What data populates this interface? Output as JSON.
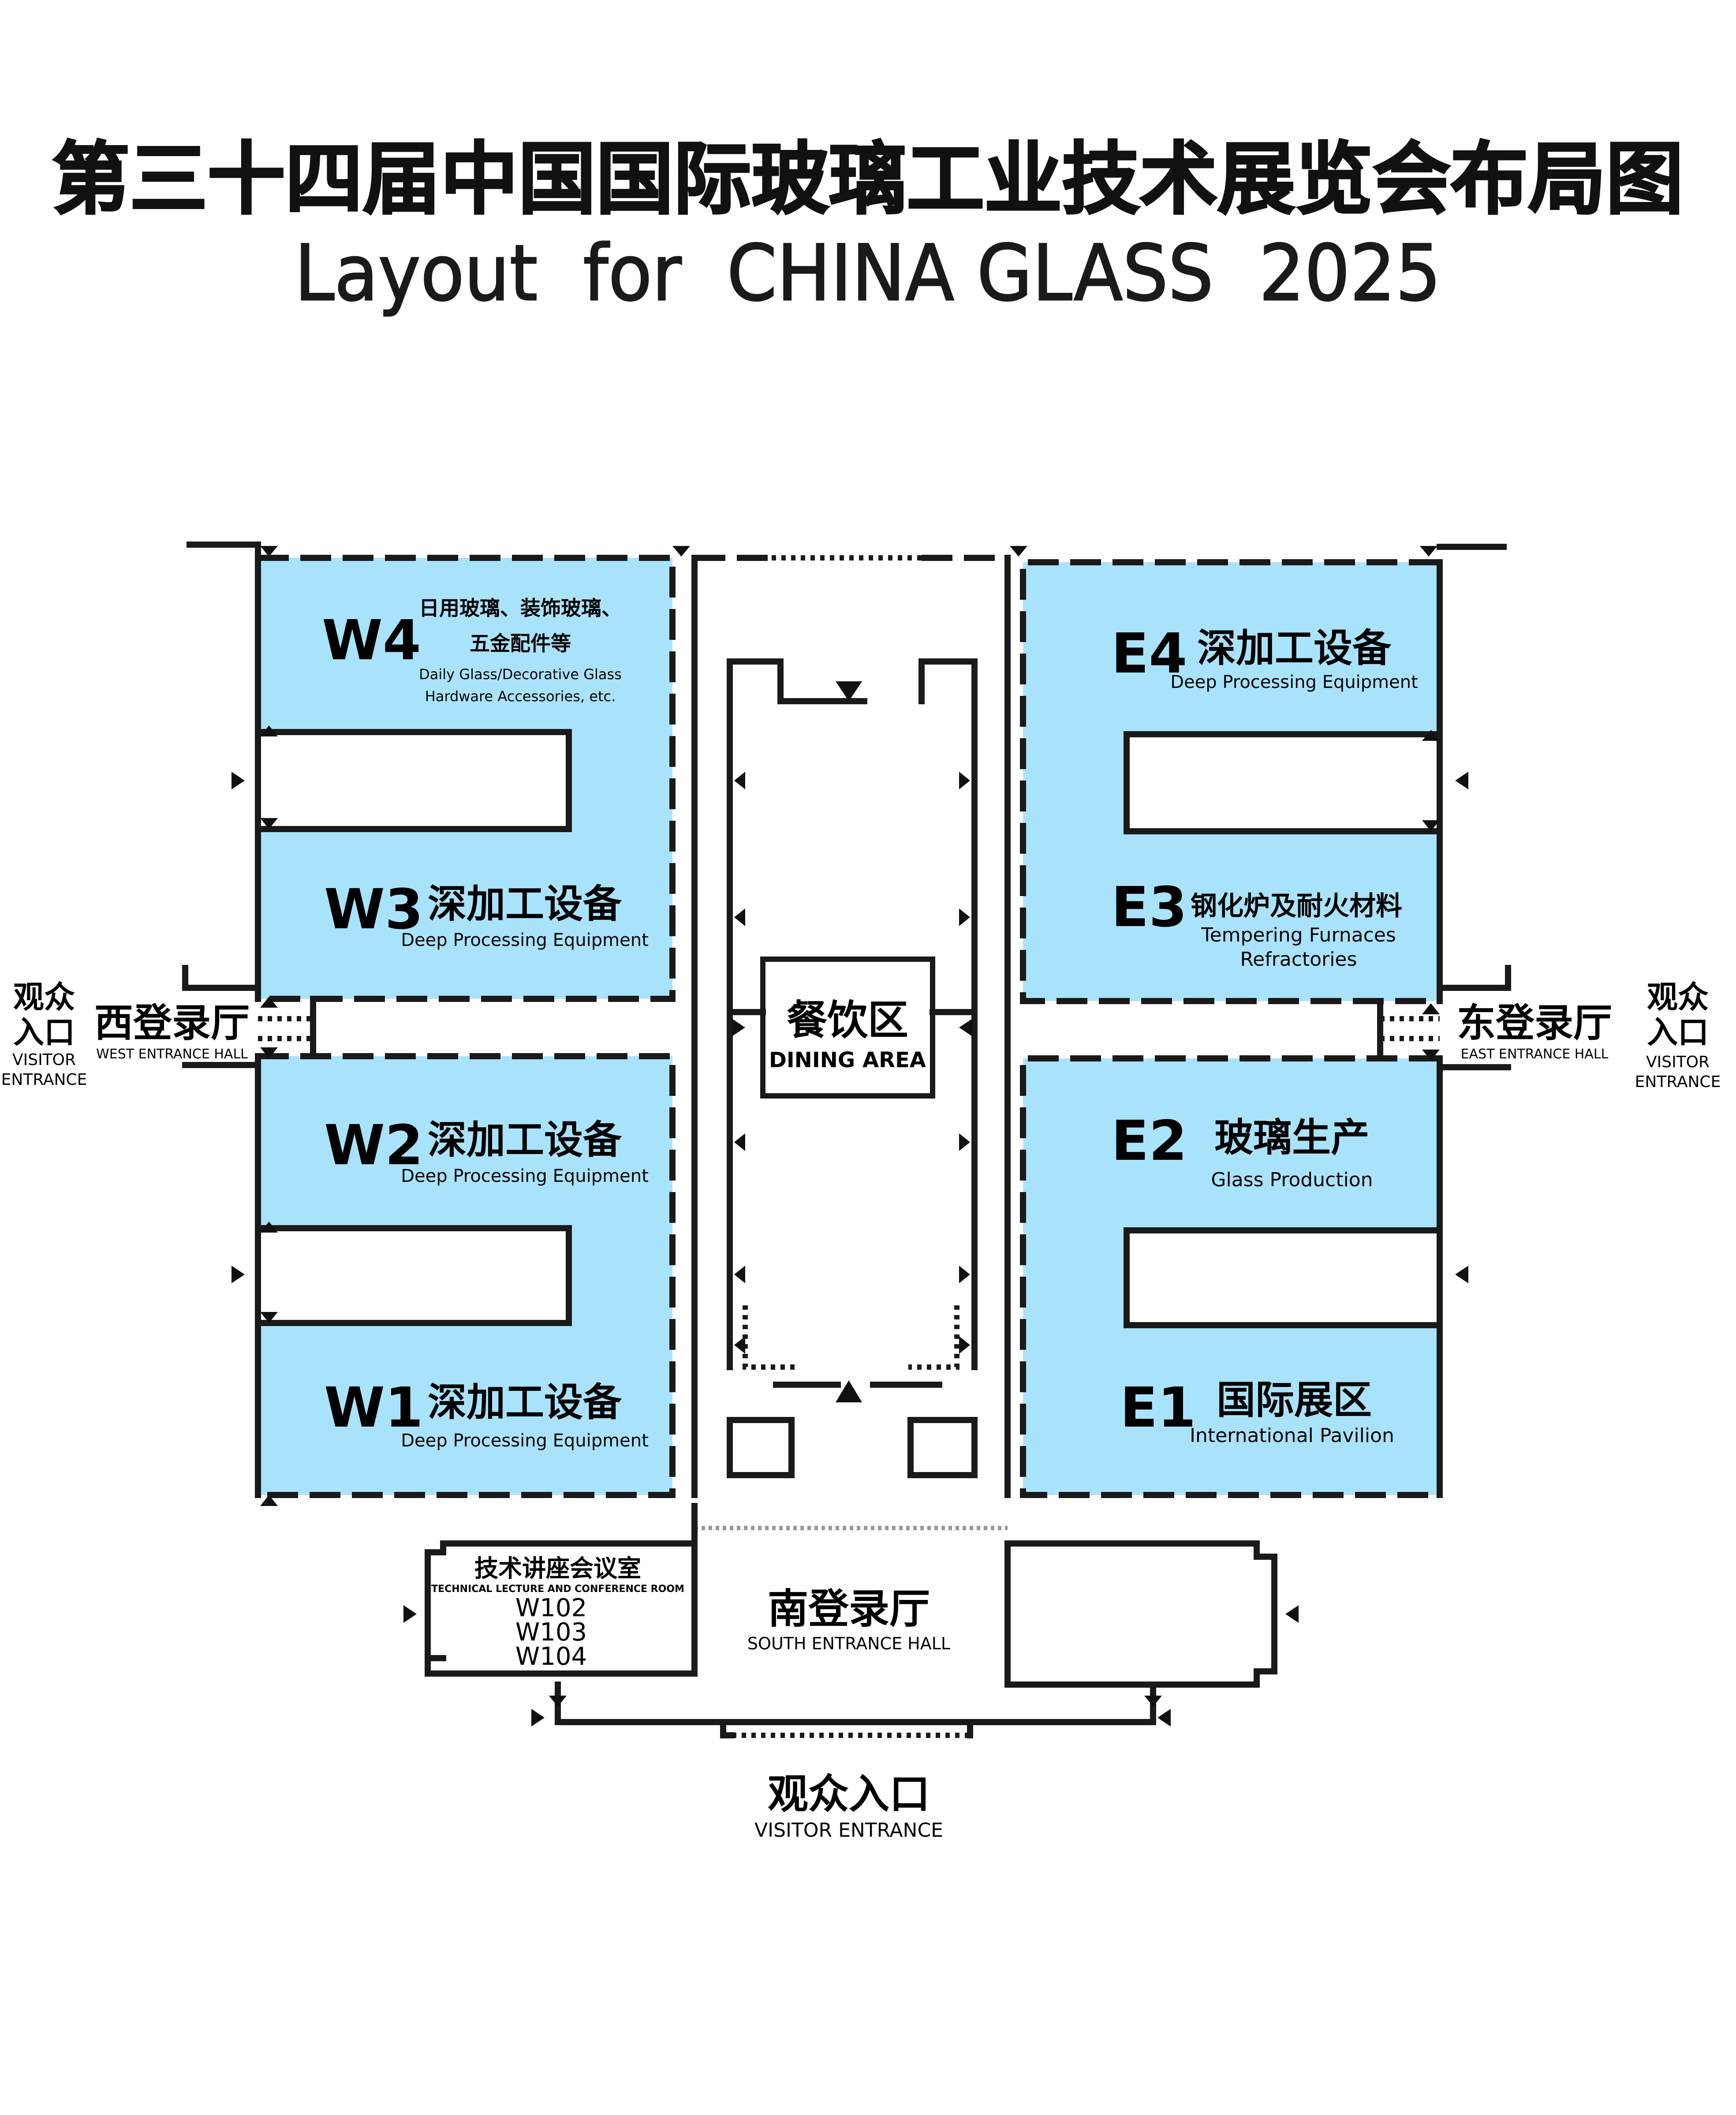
{
  "title": {
    "cn": "第三十四届中国国际玻璃工业技术展览会布局图",
    "en": "Layout  for  CHINA GLASS  2025"
  },
  "colors": {
    "hall_fill": "#a9e3fb",
    "wall": "#1a1a1a",
    "text": "#000000"
  },
  "halls": {
    "W4": {
      "id": "W4",
      "cn_line1": "日用玻璃、装饰玻璃、",
      "cn_line2": "五金配件等",
      "en_line1": "Daily Glass/Decorative Glass",
      "en_line2": "Hardware Accessories, etc."
    },
    "W3": {
      "id": "W3",
      "cn": "深加工设备",
      "en": "Deep Processing Equipment"
    },
    "W2": {
      "id": "W2",
      "cn": "深加工设备",
      "en": "Deep Processing Equipment"
    },
    "W1": {
      "id": "W1",
      "cn": "深加工设备",
      "en": "Deep Processing Equipment"
    },
    "E4": {
      "id": "E4",
      "cn": "深加工设备",
      "en": "Deep Processing Equipment"
    },
    "E3": {
      "id": "E3",
      "cn": "钢化炉及耐火材料",
      "en_line1": "Tempering Furnaces",
      "en_line2": "Refractories"
    },
    "E2": {
      "id": "E2",
      "cn": "玻璃生产",
      "en": "Glass Production"
    },
    "E1": {
      "id": "E1",
      "cn": "国际展区",
      "en": "International Pavilion"
    }
  },
  "dining": {
    "cn": "餐饮区",
    "en": "DINING AREA"
  },
  "west_hall": {
    "cn": "西登录厅",
    "en": "WEST ENTRANCE HALL"
  },
  "east_hall": {
    "cn": "东登录厅",
    "en": "EAST ENTRANCE HALL"
  },
  "south_hall": {
    "cn": "南登录厅",
    "en": "SOUTH ENTRANCE HALL"
  },
  "west_entrance": {
    "cn_line1": "观众",
    "cn_line2": "入口",
    "en_line1": "VISITOR",
    "en_line2": "ENTRANCE"
  },
  "east_entrance": {
    "cn_line1": "观众",
    "cn_line2": "入口",
    "en_line1": "VISITOR",
    "en_line2": "ENTRANCE"
  },
  "south_entrance": {
    "cn": "观众入口",
    "en": "VISITOR ENTRANCE"
  },
  "conference": {
    "cn": "技术讲座会议室",
    "en": "TECHNICAL LECTURE AND CONFERENCE ROOM",
    "rooms": [
      "W102",
      "W103",
      "W104"
    ]
  }
}
